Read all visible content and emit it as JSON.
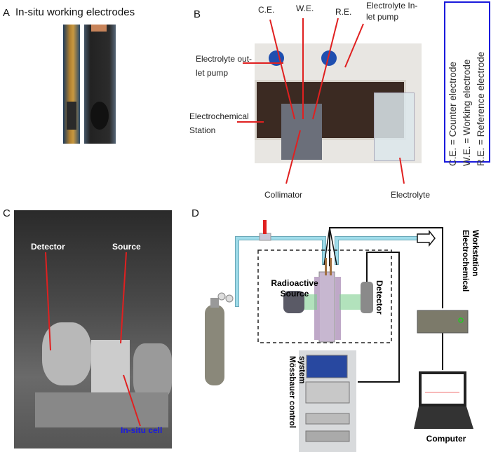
{
  "panel_a": {
    "letter": "A",
    "title": "In-situ working electrodes"
  },
  "panel_b": {
    "letter": "B",
    "labels": {
      "ce": "C.E.",
      "we": "W.E.",
      "re": "R.E.",
      "inlet": "Electrolyte In-let pump",
      "outlet": "Electrolyte out-let pump",
      "station": "Electrochemical Station",
      "collimator": "Collimator",
      "electrolyte": "Electrolyte"
    },
    "legend": [
      "C.E. = Counter electrode",
      "W.E. = Working electrode",
      "R.E. = Reference electrode"
    ]
  },
  "panel_c": {
    "letter": "C",
    "labels": {
      "detector": "Detector",
      "source": "Source",
      "cell": "In-situ cell"
    }
  },
  "panel_d": {
    "letter": "D",
    "labels": {
      "source": "Radioactive Source",
      "detector": "Detector",
      "workstation": "Electrochemical Workstation",
      "mossbauer": "Mössbauer control system",
      "computer": "Computer"
    }
  },
  "colors": {
    "arrow": "#e02020",
    "legend_border": "#1a1adc",
    "tube": "#8ccfdc",
    "cell_label": "#1a1ae0"
  }
}
